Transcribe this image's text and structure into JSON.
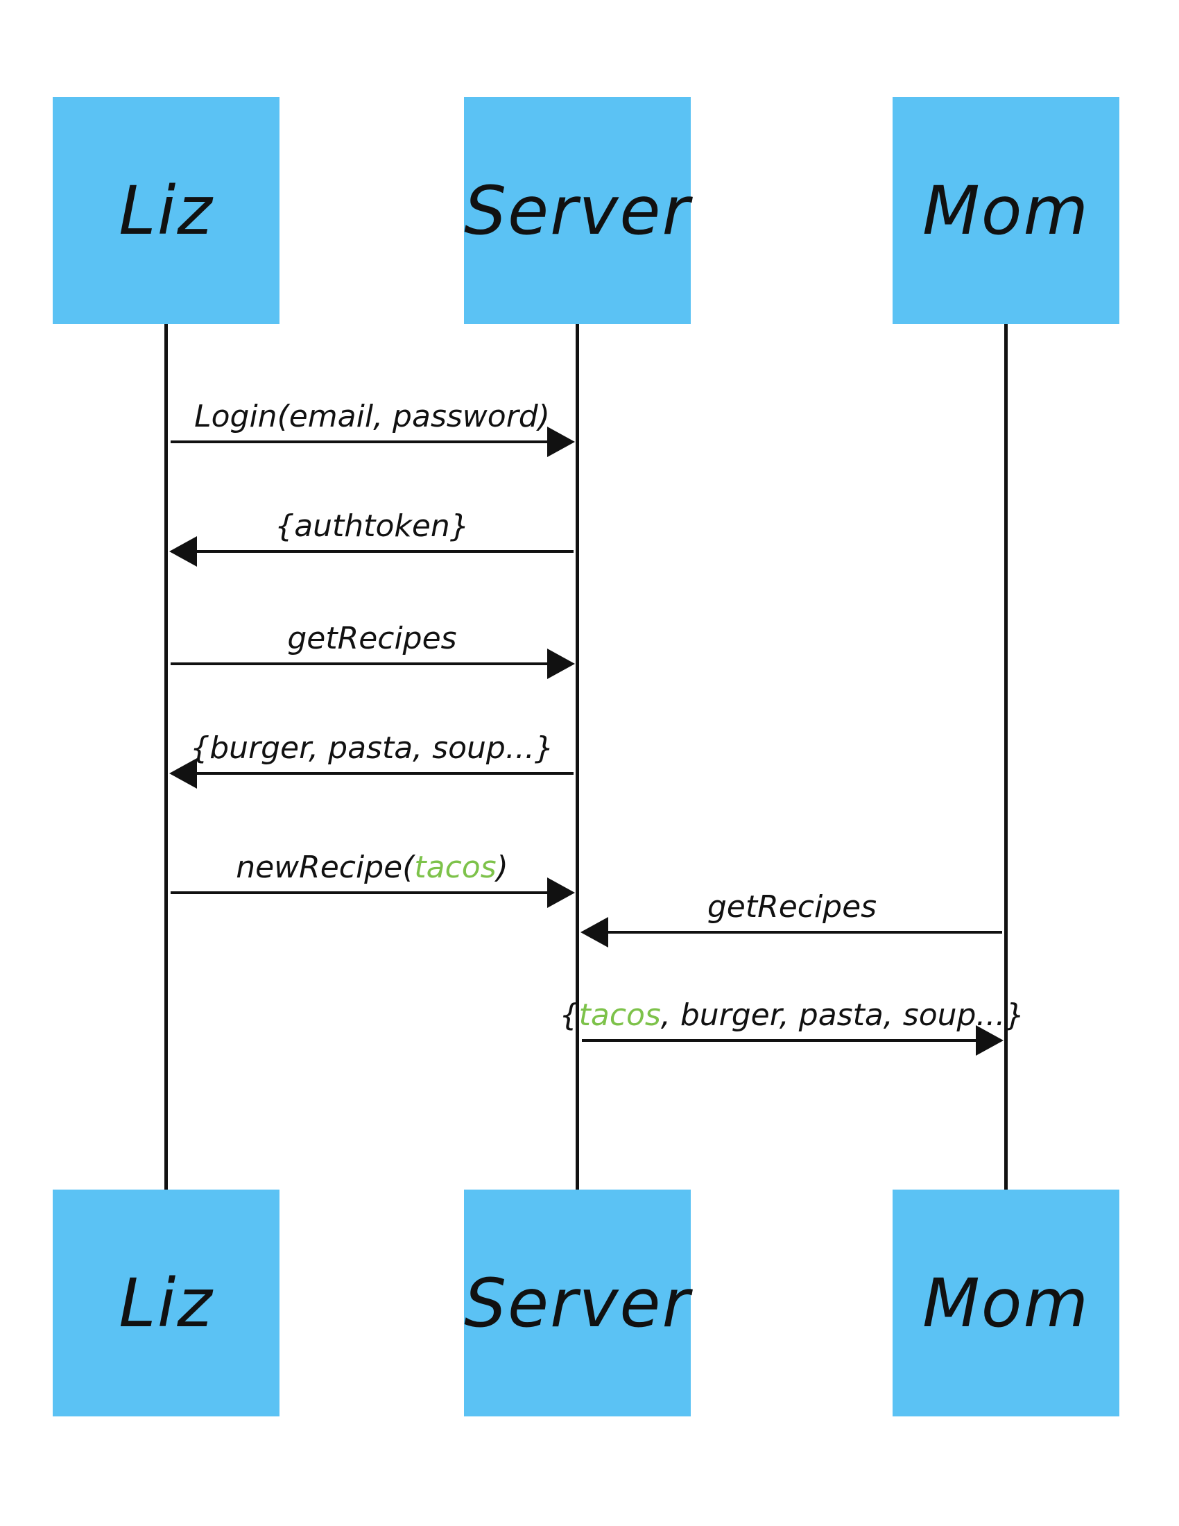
{
  "colors": {
    "actor_box": "#5bc2f4",
    "line": "#111111",
    "highlight": "#7dc24a"
  },
  "actors_top": [
    {
      "id": "liz",
      "label": "Liz"
    },
    {
      "id": "server",
      "label": "Server"
    },
    {
      "id": "mom",
      "label": "Mom"
    }
  ],
  "actors_bottom": [
    {
      "id": "liz",
      "label": "Liz"
    },
    {
      "id": "server",
      "label": "Server"
    },
    {
      "id": "mom",
      "label": "Mom"
    }
  ],
  "messages": [
    {
      "from": "liz",
      "to": "server",
      "parts": [
        {
          "text": "Login(email, password)"
        }
      ]
    },
    {
      "from": "server",
      "to": "liz",
      "parts": [
        {
          "text": "{authtoken}"
        }
      ]
    },
    {
      "from": "liz",
      "to": "server",
      "parts": [
        {
          "text": "getRecipes"
        }
      ]
    },
    {
      "from": "server",
      "to": "liz",
      "parts": [
        {
          "text": "{burger, pasta, soup...}"
        }
      ]
    },
    {
      "from": "liz",
      "to": "server",
      "parts": [
        {
          "text": "newRecipe("
        },
        {
          "text": "tacos",
          "highlight": true
        },
        {
          "text": ")"
        }
      ]
    },
    {
      "from": "mom",
      "to": "server",
      "parts": [
        {
          "text": "getRecipes"
        }
      ]
    },
    {
      "from": "server",
      "to": "mom",
      "parts": [
        {
          "text": "{"
        },
        {
          "text": "tacos",
          "highlight": true
        },
        {
          "text": ", burger, pasta, soup...}"
        }
      ]
    }
  ]
}
